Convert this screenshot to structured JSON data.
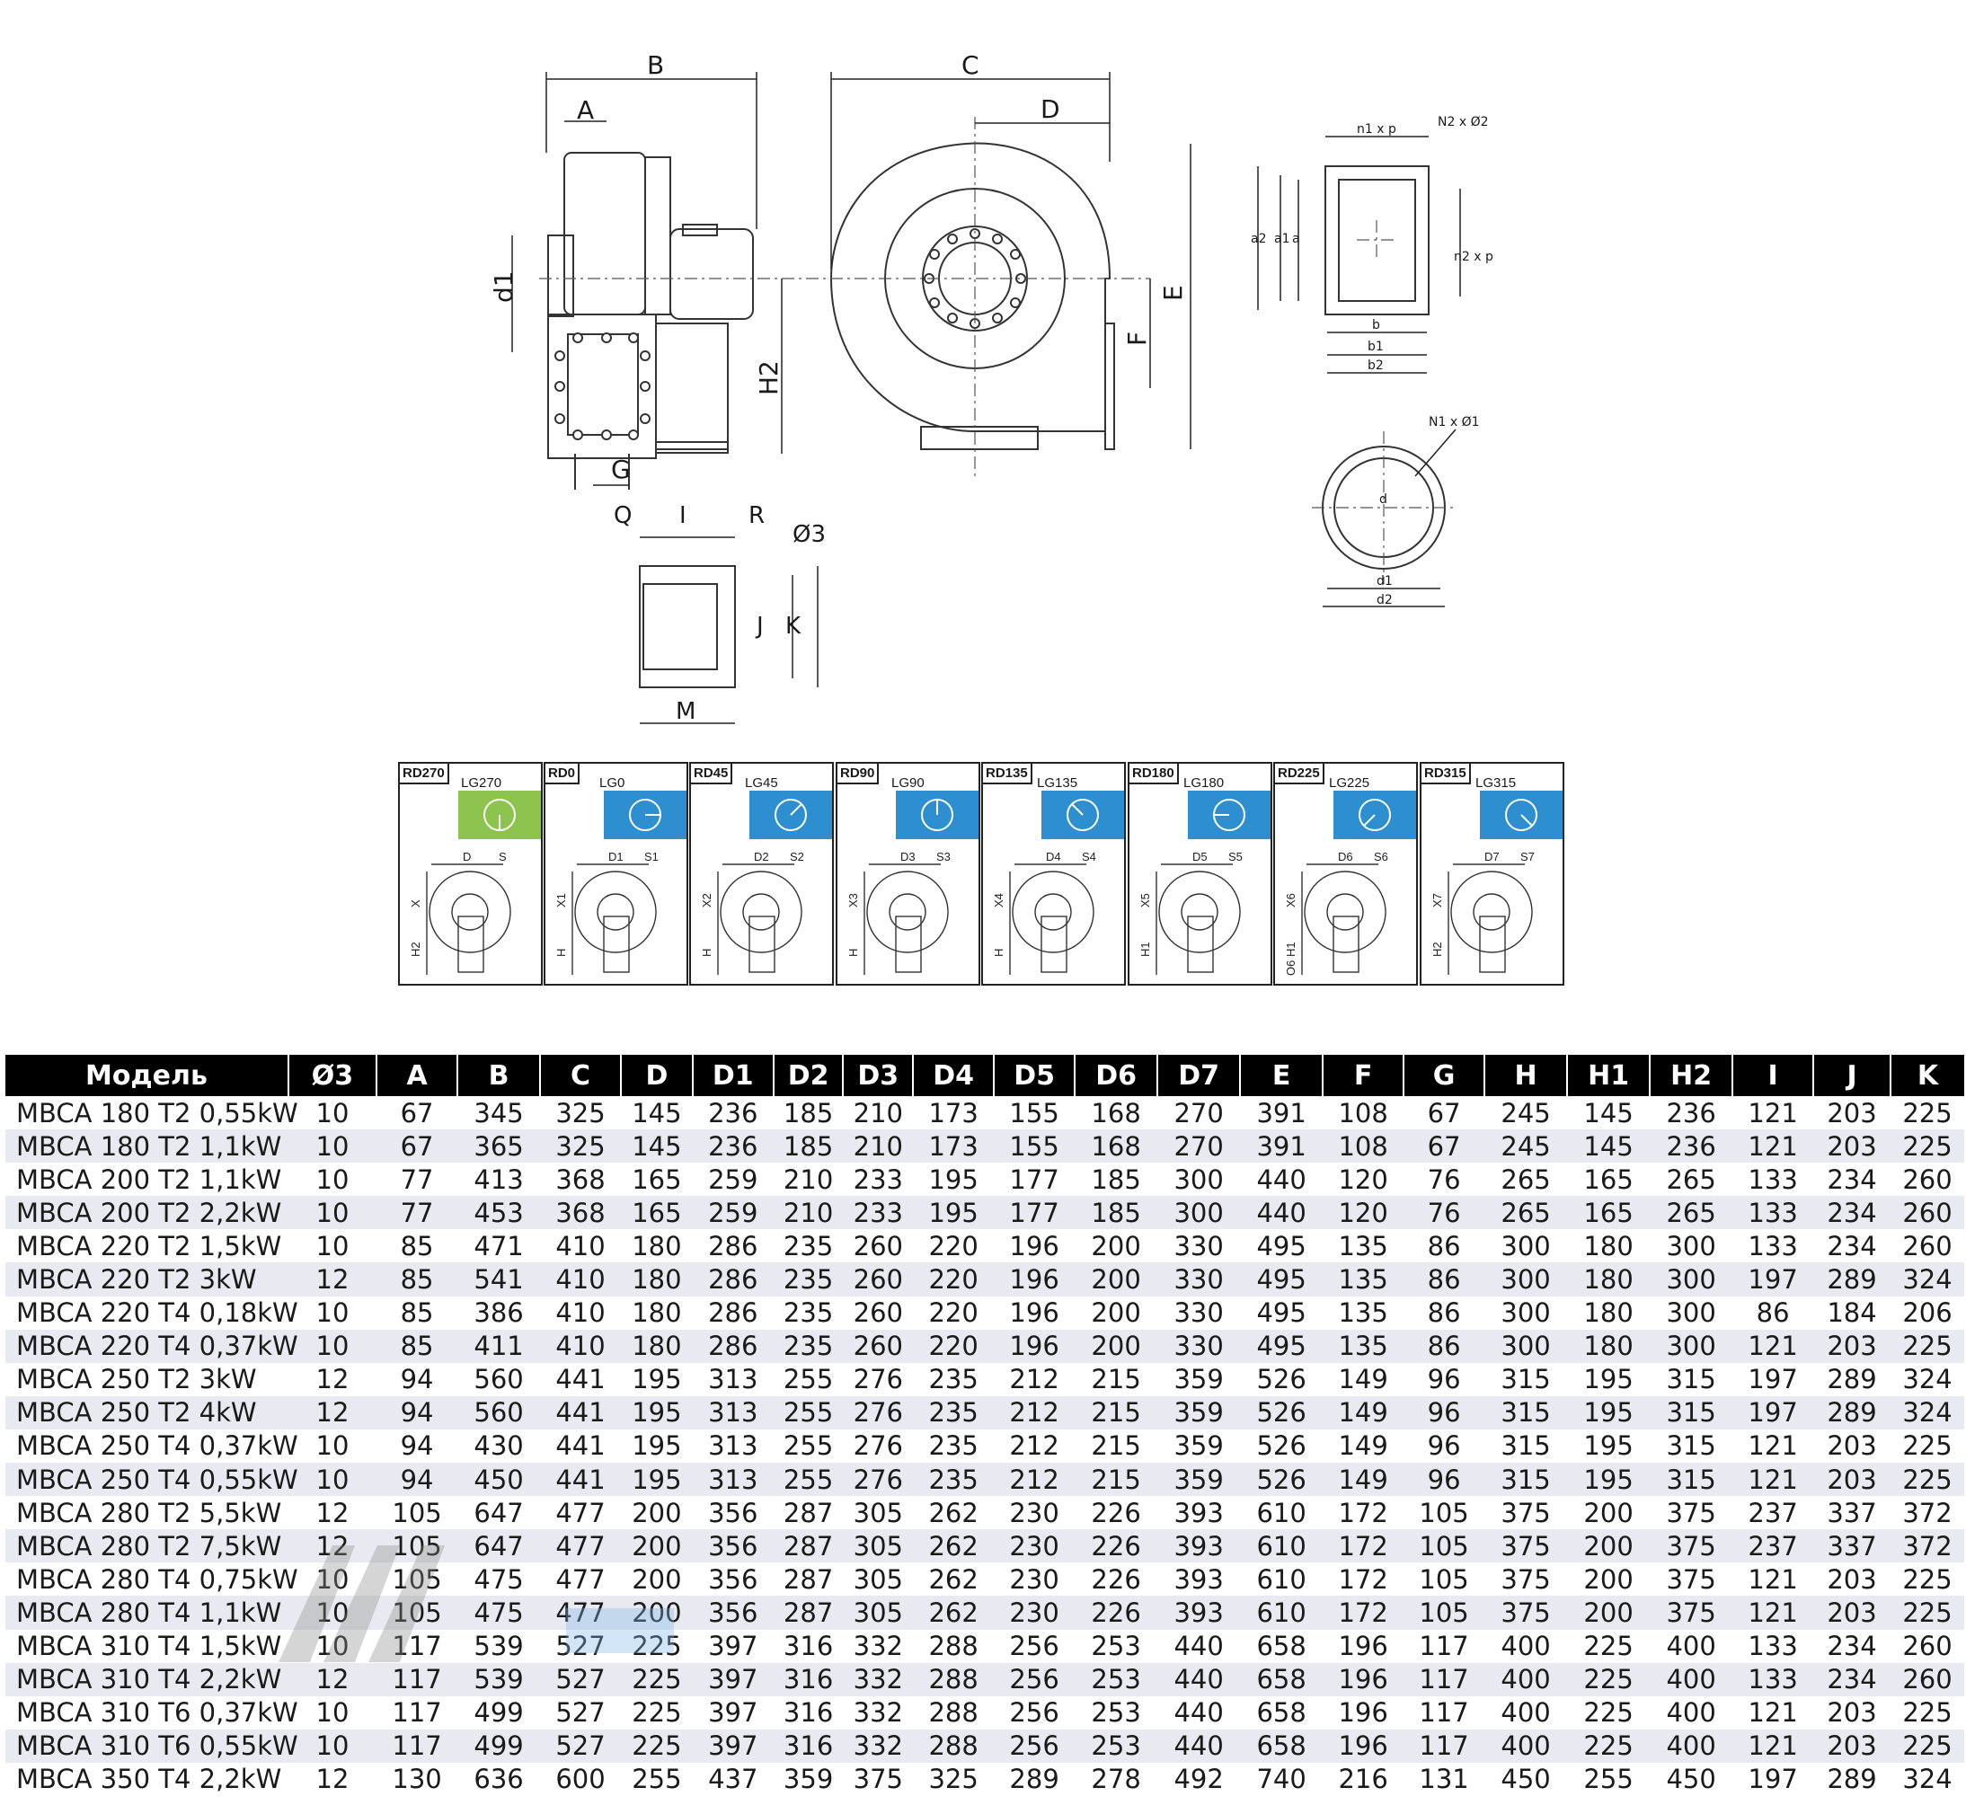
{
  "drawing_labels": {
    "main": [
      "B",
      "A",
      "C",
      "D",
      "d1",
      "H2",
      "E",
      "F",
      "G"
    ],
    "foot": [
      "Q",
      "I",
      "R",
      "Ø3",
      "J",
      "K",
      "M"
    ],
    "flange_rect": [
      "n1 x p",
      "N2 x Ø2",
      "a2",
      "a1",
      "a",
      "n2 x p",
      "b",
      "b1",
      "b2"
    ],
    "flange_round": [
      "N1 x Ø1",
      "d",
      "d1",
      "d2"
    ]
  },
  "positions": [
    {
      "rd": "RD270",
      "lg": "LG270",
      "color": "#8dc44d",
      "dims": [
        "D",
        "S",
        "X",
        "H2"
      ]
    },
    {
      "rd": "RD0",
      "lg": "LG0",
      "color": "#2e8fd0",
      "dims": [
        "D1",
        "S1",
        "X1",
        "H"
      ]
    },
    {
      "rd": "RD45",
      "lg": "LG45",
      "color": "#2e8fd0",
      "dims": [
        "D2",
        "S2",
        "X2",
        "H"
      ]
    },
    {
      "rd": "RD90",
      "lg": "LG90",
      "color": "#2e8fd0",
      "dims": [
        "D3",
        "S3",
        "X3",
        "H"
      ]
    },
    {
      "rd": "RD135",
      "lg": "LG135",
      "color": "#2e8fd0",
      "dims": [
        "D4",
        "S4",
        "X4",
        "H"
      ]
    },
    {
      "rd": "RD180",
      "lg": "LG180",
      "color": "#2e8fd0",
      "dims": [
        "D5",
        "S5",
        "X5",
        "H1"
      ]
    },
    {
      "rd": "RD225",
      "lg": "LG225",
      "color": "#2e8fd0",
      "dims": [
        "D6",
        "S6",
        "X6",
        "H1",
        "O6"
      ]
    },
    {
      "rd": "RD315",
      "lg": "LG315",
      "color": "#2e8fd0",
      "dims": [
        "D7",
        "S7",
        "X7",
        "H2"
      ]
    }
  ],
  "table": {
    "headers": [
      "Модель",
      "Ø3",
      "A",
      "B",
      "C",
      "D",
      "D1",
      "D2",
      "D3",
      "D4",
      "D5",
      "D6",
      "D7",
      "E",
      "F",
      "G",
      "H",
      "H1",
      "H2",
      "I",
      "J",
      "K"
    ],
    "rows": [
      [
        "MBCA 180 T2 0,55kW",
        "10",
        "67",
        "345",
        "325",
        "145",
        "236",
        "185",
        "210",
        "173",
        "155",
        "168",
        "270",
        "391",
        "108",
        "67",
        "245",
        "145",
        "236",
        "121",
        "203",
        "225"
      ],
      [
        "MBCA 180 T2 1,1kW",
        "10",
        "67",
        "365",
        "325",
        "145",
        "236",
        "185",
        "210",
        "173",
        "155",
        "168",
        "270",
        "391",
        "108",
        "67",
        "245",
        "145",
        "236",
        "121",
        "203",
        "225"
      ],
      [
        "MBCA 200 T2 1,1kW",
        "10",
        "77",
        "413",
        "368",
        "165",
        "259",
        "210",
        "233",
        "195",
        "177",
        "185",
        "300",
        "440",
        "120",
        "76",
        "265",
        "165",
        "265",
        "133",
        "234",
        "260"
      ],
      [
        "MBCA 200 T2 2,2kW",
        "10",
        "77",
        "453",
        "368",
        "165",
        "259",
        "210",
        "233",
        "195",
        "177",
        "185",
        "300",
        "440",
        "120",
        "76",
        "265",
        "165",
        "265",
        "133",
        "234",
        "260"
      ],
      [
        "MBCA 220 T2 1,5kW",
        "10",
        "85",
        "471",
        "410",
        "180",
        "286",
        "235",
        "260",
        "220",
        "196",
        "200",
        "330",
        "495",
        "135",
        "86",
        "300",
        "180",
        "300",
        "133",
        "234",
        "260"
      ],
      [
        "MBCA 220 T2 3kW",
        "12",
        "85",
        "541",
        "410",
        "180",
        "286",
        "235",
        "260",
        "220",
        "196",
        "200",
        "330",
        "495",
        "135",
        "86",
        "300",
        "180",
        "300",
        "197",
        "289",
        "324"
      ],
      [
        "MBCA 220 T4 0,18kW",
        "10",
        "85",
        "386",
        "410",
        "180",
        "286",
        "235",
        "260",
        "220",
        "196",
        "200",
        "330",
        "495",
        "135",
        "86",
        "300",
        "180",
        "300",
        "86",
        "184",
        "206"
      ],
      [
        "MBCA 220 T4 0,37kW",
        "10",
        "85",
        "411",
        "410",
        "180",
        "286",
        "235",
        "260",
        "220",
        "196",
        "200",
        "330",
        "495",
        "135",
        "86",
        "300",
        "180",
        "300",
        "121",
        "203",
        "225"
      ],
      [
        "MBCA 250 T2 3kW",
        "12",
        "94",
        "560",
        "441",
        "195",
        "313",
        "255",
        "276",
        "235",
        "212",
        "215",
        "359",
        "526",
        "149",
        "96",
        "315",
        "195",
        "315",
        "197",
        "289",
        "324"
      ],
      [
        "MBCA 250 T2 4kW",
        "12",
        "94",
        "560",
        "441",
        "195",
        "313",
        "255",
        "276",
        "235",
        "212",
        "215",
        "359",
        "526",
        "149",
        "96",
        "315",
        "195",
        "315",
        "197",
        "289",
        "324"
      ],
      [
        "MBCA 250 T4 0,37kW",
        "10",
        "94",
        "430",
        "441",
        "195",
        "313",
        "255",
        "276",
        "235",
        "212",
        "215",
        "359",
        "526",
        "149",
        "96",
        "315",
        "195",
        "315",
        "121",
        "203",
        "225"
      ],
      [
        "MBCA 250 T4 0,55kW",
        "10",
        "94",
        "450",
        "441",
        "195",
        "313",
        "255",
        "276",
        "235",
        "212",
        "215",
        "359",
        "526",
        "149",
        "96",
        "315",
        "195",
        "315",
        "121",
        "203",
        "225"
      ],
      [
        "MBCA 280 T2 5,5kW",
        "12",
        "105",
        "647",
        "477",
        "200",
        "356",
        "287",
        "305",
        "262",
        "230",
        "226",
        "393",
        "610",
        "172",
        "105",
        "375",
        "200",
        "375",
        "237",
        "337",
        "372"
      ],
      [
        "MBCA 280 T2 7,5kW",
        "12",
        "105",
        "647",
        "477",
        "200",
        "356",
        "287",
        "305",
        "262",
        "230",
        "226",
        "393",
        "610",
        "172",
        "105",
        "375",
        "200",
        "375",
        "237",
        "337",
        "372"
      ],
      [
        "MBCA 280 T4 0,75kW",
        "10",
        "105",
        "475",
        "477",
        "200",
        "356",
        "287",
        "305",
        "262",
        "230",
        "226",
        "393",
        "610",
        "172",
        "105",
        "375",
        "200",
        "375",
        "121",
        "203",
        "225"
      ],
      [
        "MBCA 280 T4 1,1kW",
        "10",
        "105",
        "475",
        "477",
        "200",
        "356",
        "287",
        "305",
        "262",
        "230",
        "226",
        "393",
        "610",
        "172",
        "105",
        "375",
        "200",
        "375",
        "121",
        "203",
        "225"
      ],
      [
        "MBCA 310 T4 1,5kW",
        "10",
        "117",
        "539",
        "527",
        "225",
        "397",
        "316",
        "332",
        "288",
        "256",
        "253",
        "440",
        "658",
        "196",
        "117",
        "400",
        "225",
        "400",
        "133",
        "234",
        "260"
      ],
      [
        "MBCA 310 T4 2,2kW",
        "12",
        "117",
        "539",
        "527",
        "225",
        "397",
        "316",
        "332",
        "288",
        "256",
        "253",
        "440",
        "658",
        "196",
        "117",
        "400",
        "225",
        "400",
        "133",
        "234",
        "260"
      ],
      [
        "MBCA 310 T6 0,37kW",
        "10",
        "117",
        "499",
        "527",
        "225",
        "397",
        "316",
        "332",
        "288",
        "256",
        "253",
        "440",
        "658",
        "196",
        "117",
        "400",
        "225",
        "400",
        "121",
        "203",
        "225"
      ],
      [
        "MBCA 310 T6 0,55kW",
        "10",
        "117",
        "499",
        "527",
        "225",
        "397",
        "316",
        "332",
        "288",
        "256",
        "253",
        "440",
        "658",
        "196",
        "117",
        "400",
        "225",
        "400",
        "121",
        "203",
        "225"
      ],
      [
        "MBCA 350 T4 2,2kW",
        "12",
        "130",
        "636",
        "600",
        "255",
        "437",
        "359",
        "375",
        "325",
        "289",
        "278",
        "492",
        "740",
        "216",
        "131",
        "450",
        "255",
        "450",
        "197",
        "289",
        "324"
      ]
    ]
  }
}
